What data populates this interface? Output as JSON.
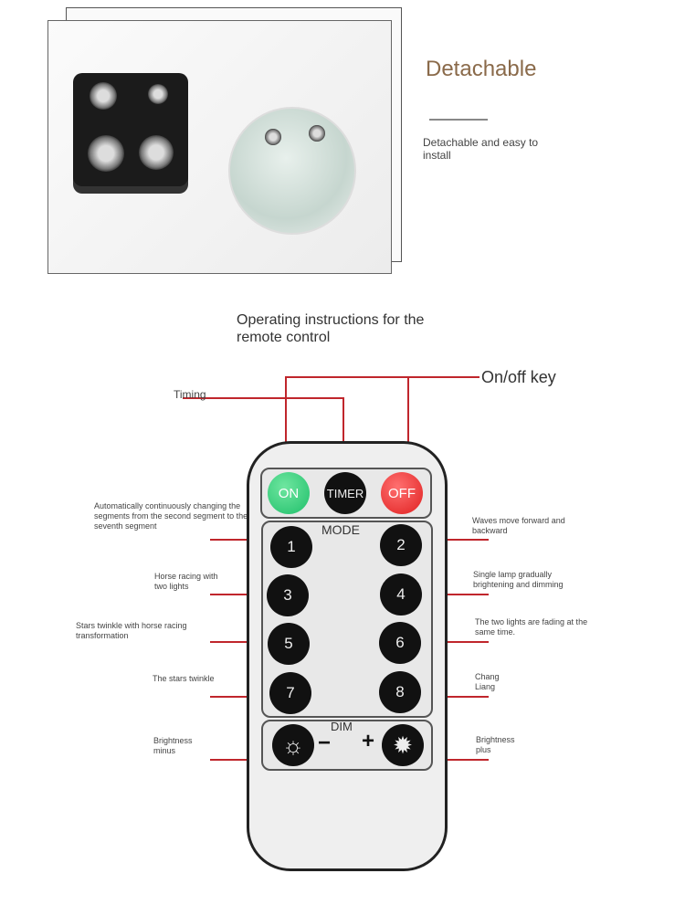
{
  "feature": {
    "title": "Detachable",
    "description": "Detachable and easy to install"
  },
  "instructions_title": "Operating instructions for the remote control",
  "callouts": {
    "timing": "Timing",
    "onoff": "On/off key",
    "b1": "Automatically continuously changing the segments from the second segment to the seventh segment",
    "b2": "Waves move forward and backward",
    "b3": "Horse racing with two lights",
    "b4": "Single lamp gradually brightening and dimming",
    "b5": "Stars twinkle with horse racing transformation",
    "b6": "The two lights are fading at the same time.",
    "b7": "The stars twinkle",
    "b8": "Chang Liang",
    "minus": "Brightness minus",
    "plus": "Brightness plus"
  },
  "remote": {
    "on": "ON",
    "timer": "TIMER",
    "off": "OFF",
    "mode": "MODE",
    "dim": "DIM",
    "minus": "−",
    "plus": "+",
    "keys": [
      "1",
      "2",
      "3",
      "4",
      "5",
      "6",
      "7",
      "8"
    ]
  },
  "colors": {
    "on": "#1fbf6a",
    "off": "#e02020",
    "line": "#c0262c"
  }
}
